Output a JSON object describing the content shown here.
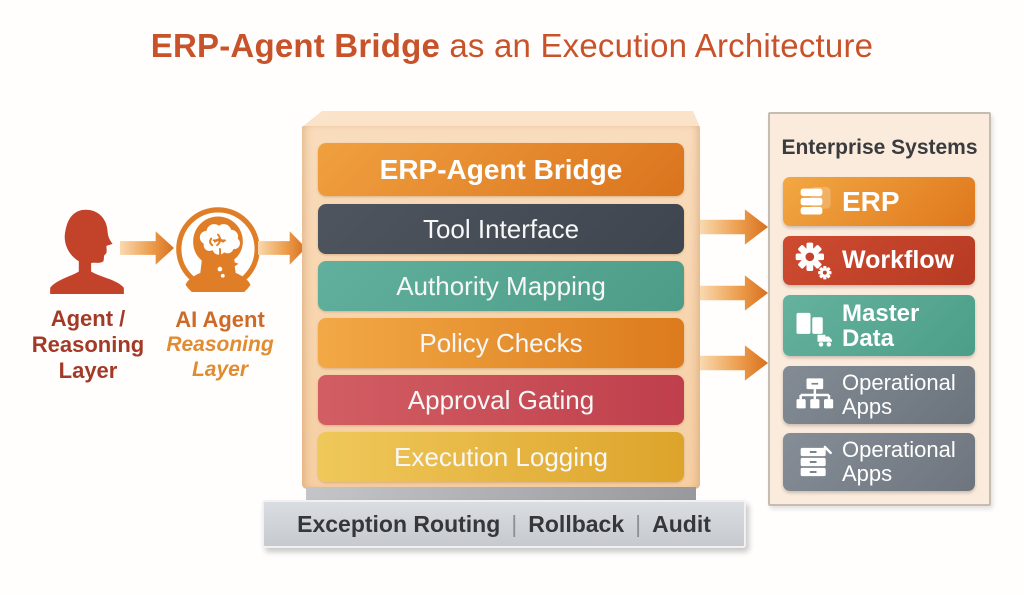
{
  "title": {
    "bold": "ERP-Agent Bridge",
    "rest": " as an Execution Architecture"
  },
  "left": {
    "human_label": "Agent /\nReasoning\nLayer",
    "ai_label_bold": "AI Agent",
    "ai_label_italic": "Reasoning\nLayer"
  },
  "bridge": {
    "header": "ERP-Agent Bridge",
    "header_color": "#e0811f",
    "layers": [
      {
        "label": "Tool Interface",
        "color": "#474e57"
      },
      {
        "label": "Authority Mapping",
        "color": "#57a794"
      },
      {
        "label": "Policy Checks",
        "color": "#e5912f"
      },
      {
        "label": "Approval Gating",
        "color": "#c84b55"
      },
      {
        "label": "Execution Logging",
        "color": "#e6b83c"
      }
    ]
  },
  "footer": {
    "items": [
      "Exception Routing",
      "Rollback",
      "Audit"
    ],
    "separator": "|"
  },
  "enterprise": {
    "title": "Enterprise Systems",
    "systems": [
      {
        "label": "ERP",
        "icon": "database-icon",
        "color": "#e8902e"
      },
      {
        "label": "Workflow",
        "icon": "gears-icon",
        "color": "#c2432d"
      },
      {
        "label": "Master Data",
        "icon": "logistics-icon",
        "color": "#58ab96"
      },
      {
        "label": "Operational Apps",
        "icon": "org-chart-icon",
        "color": "#79818a"
      },
      {
        "label": "Operational Apps",
        "icon": "drawers-icon",
        "color": "#7b838c"
      }
    ]
  },
  "palette": {
    "title_orange": "#c8532b",
    "agent_red": "#a33a28",
    "person_red": "#c2432a",
    "ai_orange": "#ce6a27",
    "arrow_orange": "#d8701e",
    "box_face": "#f6cfa3",
    "panel_bg": "#fbebdc",
    "exception_gray": "#ced2d7"
  }
}
